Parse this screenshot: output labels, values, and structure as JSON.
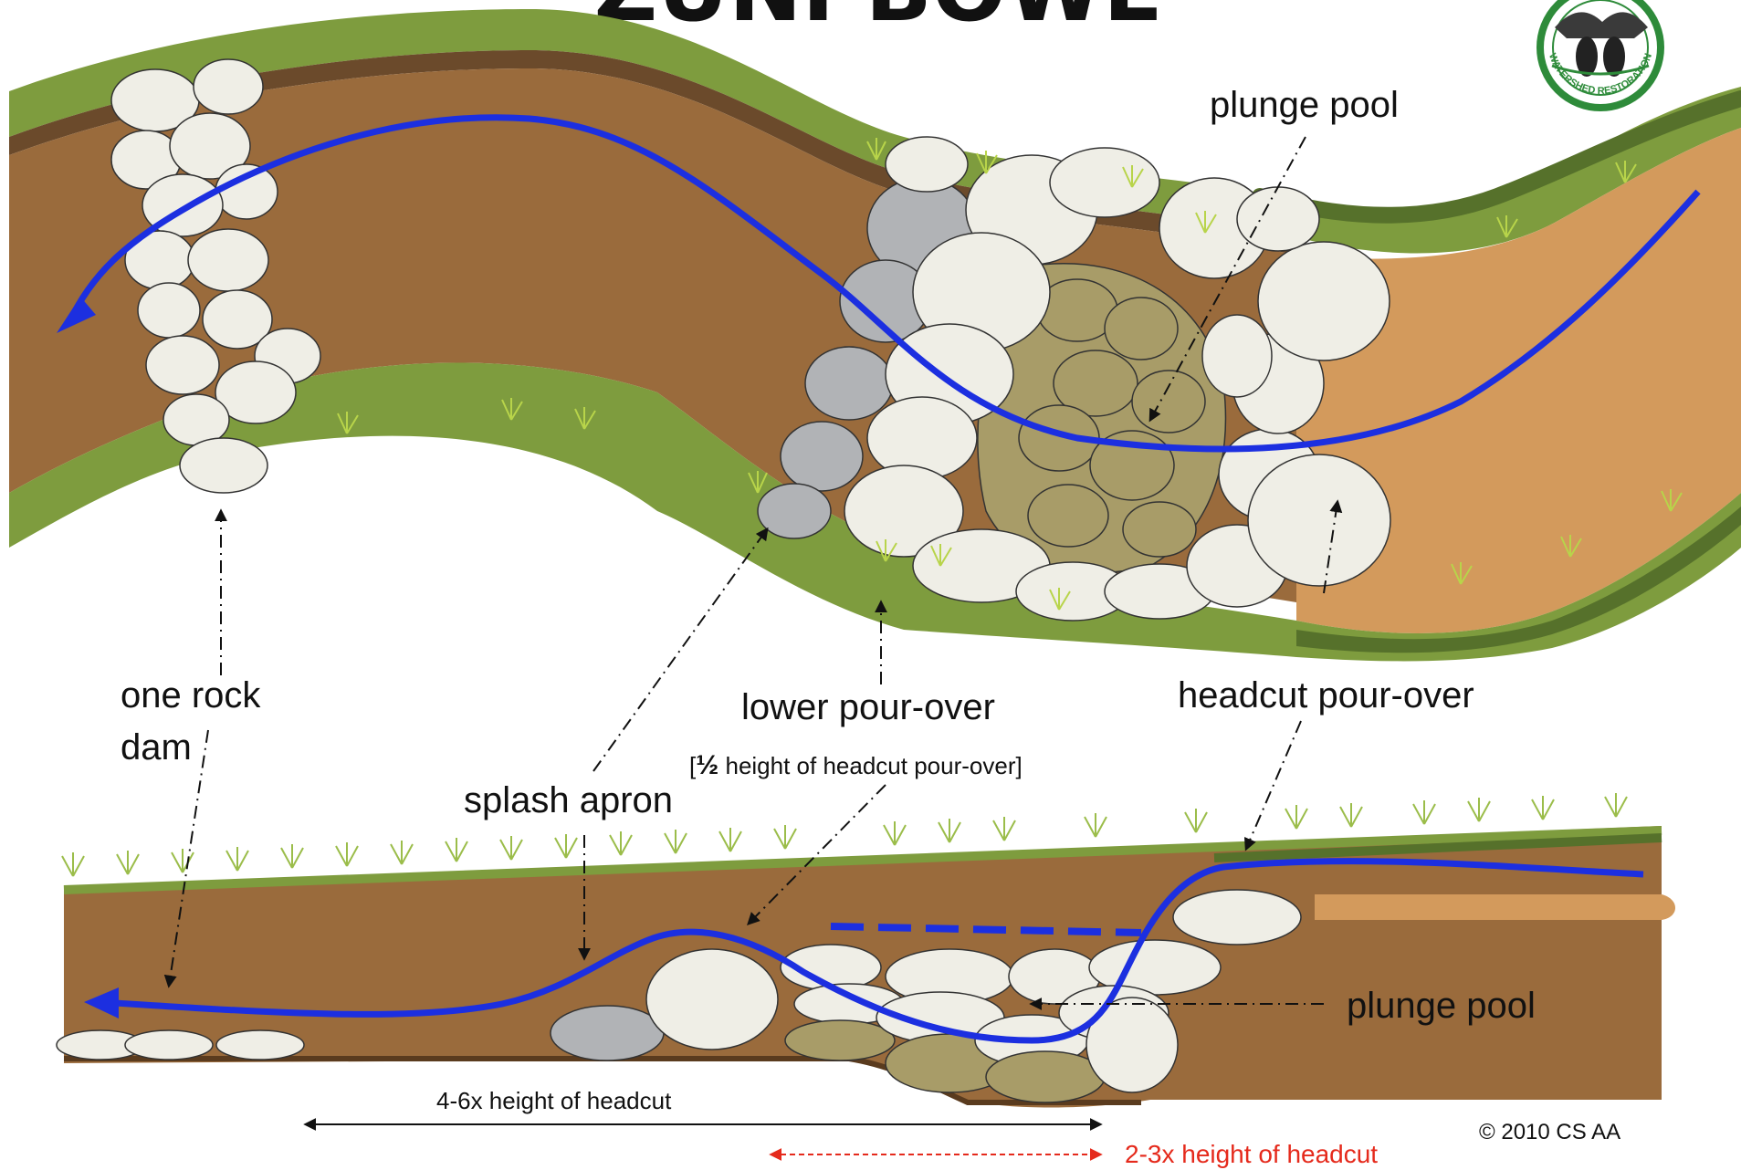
{
  "title": "ZUNI BOWL",
  "logo": {
    "text": "WATERSHED RESTORATION",
    "colors": {
      "ring": "#2e8b3a",
      "inner": "#ffffff"
    }
  },
  "labels": {
    "plunge_pool_top": "plunge pool",
    "one_rock_dam_line1": "one rock",
    "one_rock_dam_line2": "dam",
    "lower_pour_over": "lower pour-over",
    "half_height_open": "[",
    "half_height_frac": "½",
    "half_height_rest": " height of headcut pour-over]",
    "headcut_pour_over": "headcut pour-over",
    "splash_apron": "splash apron",
    "plunge_pool_profile": "plunge pool",
    "measure_4_6x": "4-6x height of headcut",
    "measure_2_3x": "2-3x height of headcut",
    "copyright": "© 2010 CS AA"
  },
  "colors": {
    "channel_brown": "#9a6b3c",
    "upstream_tan": "#d39a5c",
    "bank_green": "#7e9c3e",
    "dark_green": "#56712b",
    "flow_blue": "#1c2fe0",
    "rock_white": "#efeee6",
    "rock_grey": "#b1b3b6",
    "rock_khaki": "#a89c68",
    "dim_red": "#e52a1c"
  },
  "icons": [
    "flow-arrow-icon",
    "grass-tuft-icon",
    "rock-icon",
    "logo-icon"
  ]
}
